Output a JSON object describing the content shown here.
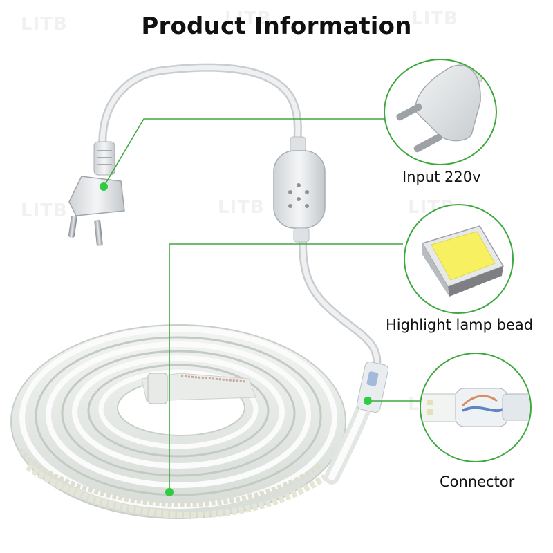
{
  "header": {
    "title": "Product Information"
  },
  "watermark": {
    "text": "LITB"
  },
  "callouts": [
    {
      "label": "Input 220v",
      "icon": "eu-plug-icon"
    },
    {
      "label": "Highlight lamp bead",
      "icon": "smd-led-chip-icon"
    },
    {
      "label": "Connector",
      "icon": "connector-plug-icon"
    }
  ],
  "colors": {
    "accent_line": "#3ea83e",
    "marker_dot": "#2ecc40",
    "led_yellow": "#f7f060"
  }
}
